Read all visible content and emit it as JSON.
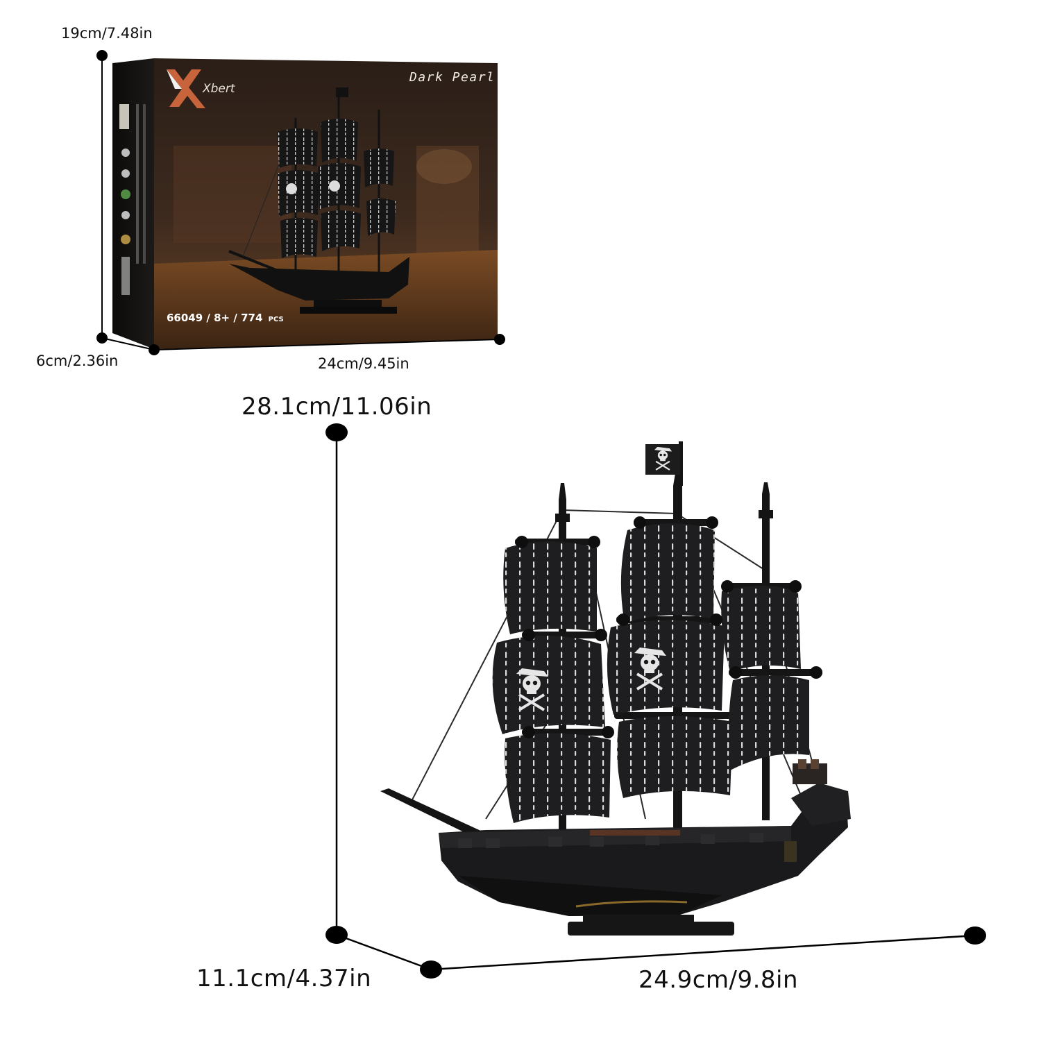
{
  "product": {
    "brand": "Xbert",
    "name": "Dark Pearl",
    "item_no": "66049",
    "age": "8+",
    "piece_count": "774",
    "pieces_unit": "PCS"
  },
  "box_dimensions": {
    "height": "19cm/7.48in",
    "depth": "6cm/2.36in",
    "width": "24cm/9.45in"
  },
  "model_dimensions": {
    "height": "28.1cm/11.06in",
    "depth": "11.1cm/4.37in",
    "width": "24.9cm/9.8in"
  },
  "colors": {
    "brand_accent": "#c8643c",
    "ship": "#1b1b1d",
    "sail_stitch": "#d9d9d9",
    "box_bg": "#120f0d"
  }
}
